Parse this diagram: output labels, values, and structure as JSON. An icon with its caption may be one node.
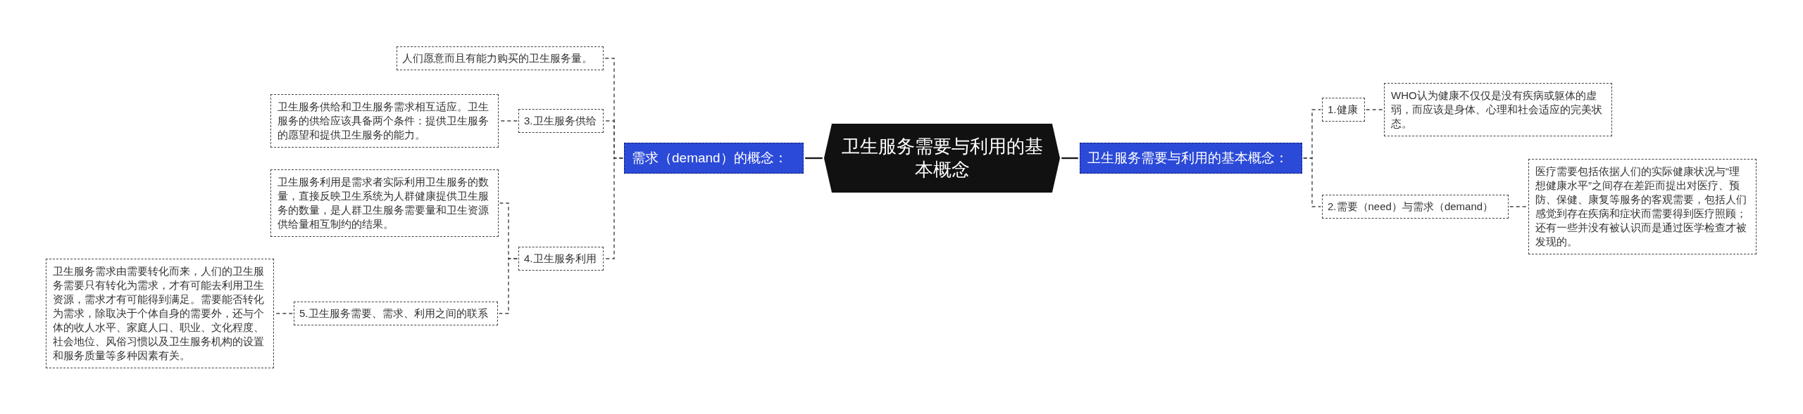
{
  "diagram": {
    "nodes": [
      {
        "text": [
          "卫生服务需要与利用的基本概念"
        ]
      },
      {
        "text": [
          "需求（demand）的概念："
        ]
      },
      {
        "text": [
          "人们愿意而且有能力购买的卫生服务量。"
        ]
      },
      {
        "text": [
          "3.卫生服务供给"
        ]
      },
      {
        "text": [
          "卫生服务供给和卫生服务需求相互适应。卫生服务的供给应该具备两个条件：提供卫生服务的愿望和提供卫生服务的能力。"
        ]
      },
      {
        "text": [
          "4.卫生服务利用"
        ]
      },
      {
        "text": [
          "卫生服务利用是需求者实际利用卫生服务的数量，直接反映卫生系统为人群健康提供卫生服务的数量，是人群卫生服务需要量和卫生资源供给量相互制约的结果。"
        ]
      },
      {
        "text": [
          "5.卫生服务需要、需求、利用之间的联系"
        ]
      },
      {
        "text": [
          "卫生服务需求由需要转化而来，人们的卫生服务需要只有转化为需求，才有可能去利用卫生资源，需求才有可能得到满足。需要能否转化为需求，除取决于个体自身的需要外，还与个体的收人水平、家庭人口、职业、文化程度、社会地位、风俗习惯以及卫生服务机构的设置和服务质量等多种因素有关。"
        ]
      },
      {
        "text": [
          "卫生服务需要与利用的基本概念："
        ]
      },
      {
        "text": [
          "1.健康"
        ]
      },
      {
        "text": [
          "WHO认为健康不仅仅是没有疾病或躯体的虚弱，而应该是身体、心理和社会适应的完美状态。"
        ]
      },
      {
        "text": [
          "2.需要（need）与需求（demand）"
        ]
      },
      {
        "text": [
          "医疗需要包括依据人们的实际健康状况与“理想健康水平”之间存在差距而提出对医疗、预防、保健、康复等服务的客观需要，包括人们感觉到存在疾病和症状而需要得到医疗照顾；还有一些并没有被认识而是通过医学检查才被发现的。"
        ]
      }
    ],
    "edges": [
      {
        "from": 0,
        "to": 1,
        "arrow": "none"
      },
      {
        "from": 1,
        "to": 2,
        "arrow": "none",
        "style": "dashed"
      },
      {
        "from": 1,
        "to": 3,
        "arrow": "none",
        "style": "dashed"
      },
      {
        "from": 1,
        "to": 5,
        "arrow": "none",
        "style": "dashed"
      },
      {
        "from": 3,
        "to": 4,
        "arrow": "none",
        "style": "dashed"
      },
      {
        "from": 5,
        "to": 6,
        "arrow": "none",
        "style": "dashed"
      },
      {
        "from": 5,
        "to": 7,
        "arrow": "none",
        "style": "dashed"
      },
      {
        "from": 7,
        "to": 8,
        "arrow": "none",
        "style": "dashed"
      },
      {
        "from": 0,
        "to": 9,
        "arrow": "none"
      },
      {
        "from": 9,
        "to": 10,
        "arrow": "none",
        "style": "dashed"
      },
      {
        "from": 9,
        "to": 12,
        "arrow": "none",
        "style": "dashed"
      },
      {
        "from": 10,
        "to": 11,
        "arrow": "none",
        "style": "dashed"
      },
      {
        "from": 12,
        "to": 13,
        "arrow": "none",
        "style": "dashed"
      }
    ]
  }
}
